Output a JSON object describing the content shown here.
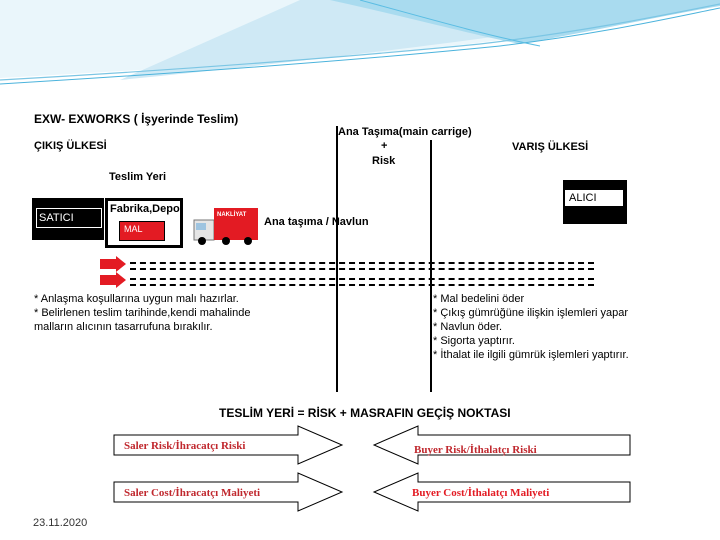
{
  "header": {
    "colors": {
      "wave_light": "#cfe9f5",
      "wave_mid": "#8fd0ea",
      "wave_dark": "#4bb3dc"
    }
  },
  "diagram": {
    "title": "EXW- EXWORKS ( İşyerinde Teslim)",
    "export_country": "ÇIKIŞ ÜLKESİ",
    "import_country": "VARIŞ ÜLKESİ",
    "main_carriage": {
      "line1": "Ana Taşıma(main carrige)",
      "line2": "+",
      "line3": "Risk"
    },
    "delivery_place": "Teslim Yeri",
    "seller": "SATICI",
    "factory": "Fabrika,Depo",
    "goods": "MAL",
    "truck_label": "NAKLİYAT",
    "freight": "Ana taşıma / Navlun",
    "buyer": "ALICI",
    "seller_duties": [
      "* Anlaşma koşullarına uygun malı hazırlar.",
      "* Belirlenen teslim tarihinde,kendi mahalinde",
      "malların alıcının tasarrufuna bırakılır."
    ],
    "buyer_duties": [
      "* Mal bedelini öder",
      "* Çıkış gümrüğüne ilişkin işlemleri yapar",
      "* Navlun öder.",
      "* Sigorta yaptırır.",
      "* İthalat ile ilgili gümrük işlemleri yaptırır."
    ],
    "transfer_point": "TESLİM YERİ = RİSK + MASRAFIN GEÇİŞ NOKTASI",
    "arrows": {
      "saler_risk": "Saler Risk/İhracatçı Riski",
      "buyer_risk": "Buyer Risk/İthalatçı Riski",
      "saler_cost": "Saler Cost/İhracatçı Maliyeti",
      "buyer_cost": "Buyer Cost/İthalatçı Maliyeti"
    },
    "colors": {
      "red": "#e31b23",
      "arrow_text": "#c0282e",
      "buyer_text": "#e31b23"
    }
  },
  "footer": {
    "date": "23.11.2020"
  }
}
